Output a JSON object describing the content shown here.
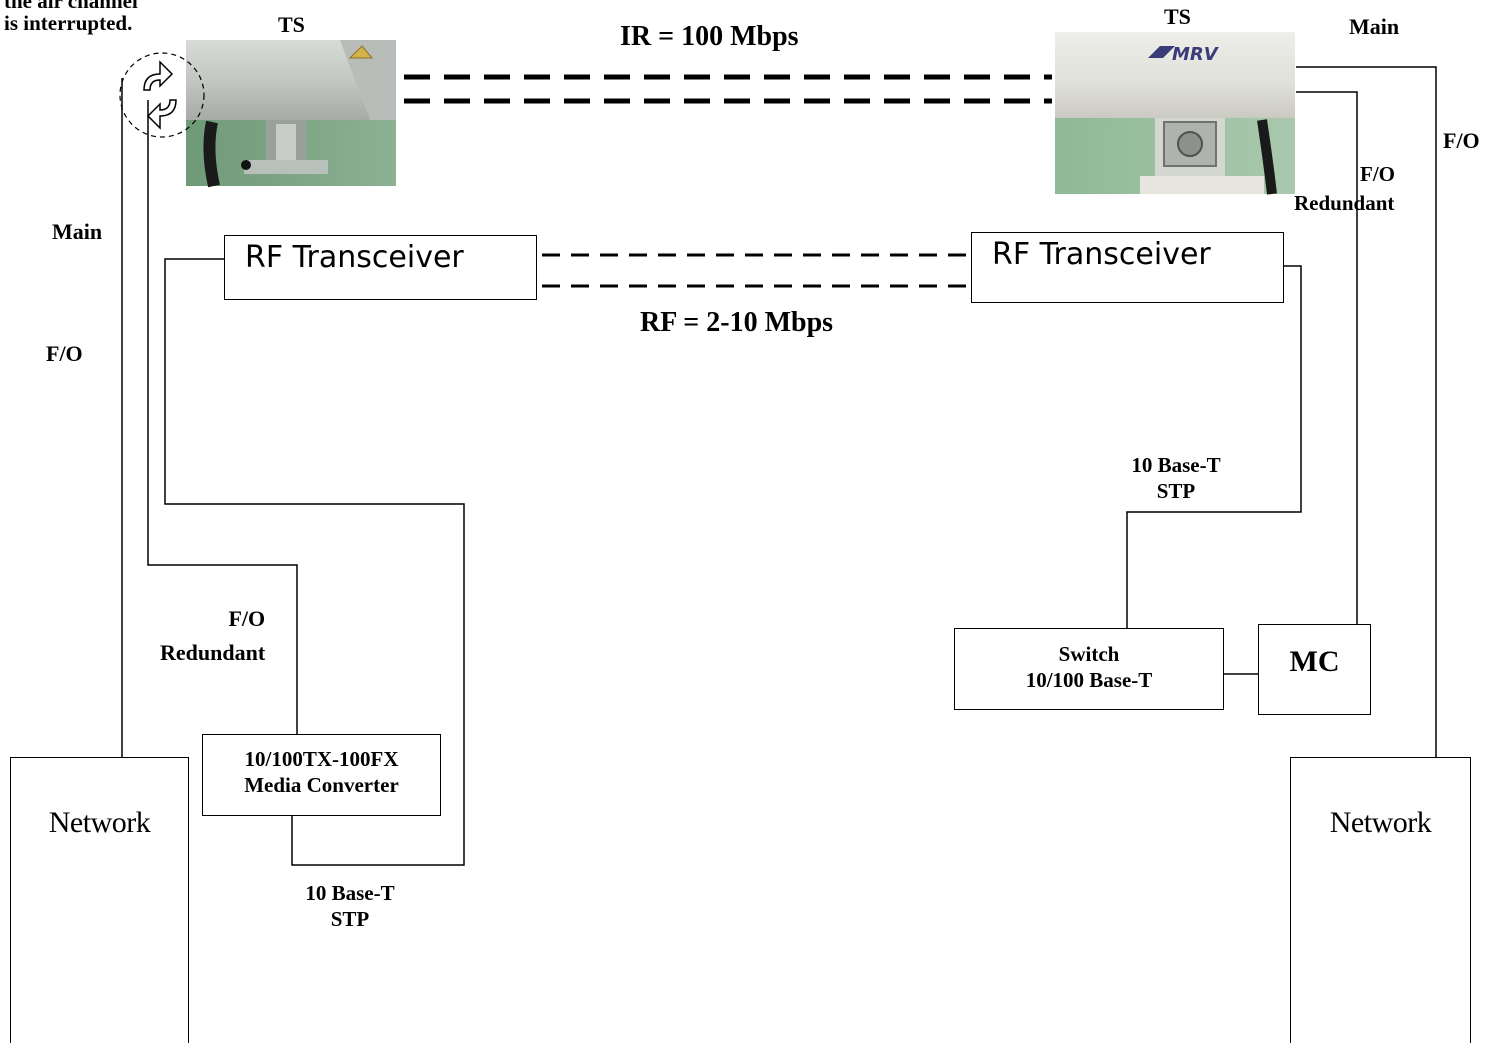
{
  "note": {
    "line1": "the air channel",
    "line2": "is interrupted."
  },
  "left_ts": {
    "label": "TS"
  },
  "right_ts": {
    "label": "TS",
    "brand": "MRV"
  },
  "ir_link": {
    "label": "IR = 100 Mbps"
  },
  "rf_link": {
    "label": "RF = 2-10 Mbps"
  },
  "left": {
    "main_label": "Main",
    "fo_label": "F/O",
    "rf_transceiver": "RF Transceiver",
    "fo_redundant": {
      "line1": "F/O",
      "line2": "Redundant"
    },
    "media_converter": {
      "line1": "10/100TX-100FX",
      "line2": "Media Converter"
    },
    "cable": {
      "line1": "10 Base-T",
      "line2": "STP"
    },
    "network": "Network"
  },
  "right": {
    "main_label": "Main",
    "fo_label": "F/O",
    "fo_redundant": {
      "line1": "F/O",
      "line2": "Redundant"
    },
    "rf_transceiver": "RF Transceiver",
    "cable": {
      "line1": "10 Base-T",
      "line2": "STP"
    },
    "switch": {
      "line1": "Switch",
      "line2": "10/100 Base-T"
    },
    "mc": "MC",
    "network": "Network"
  }
}
